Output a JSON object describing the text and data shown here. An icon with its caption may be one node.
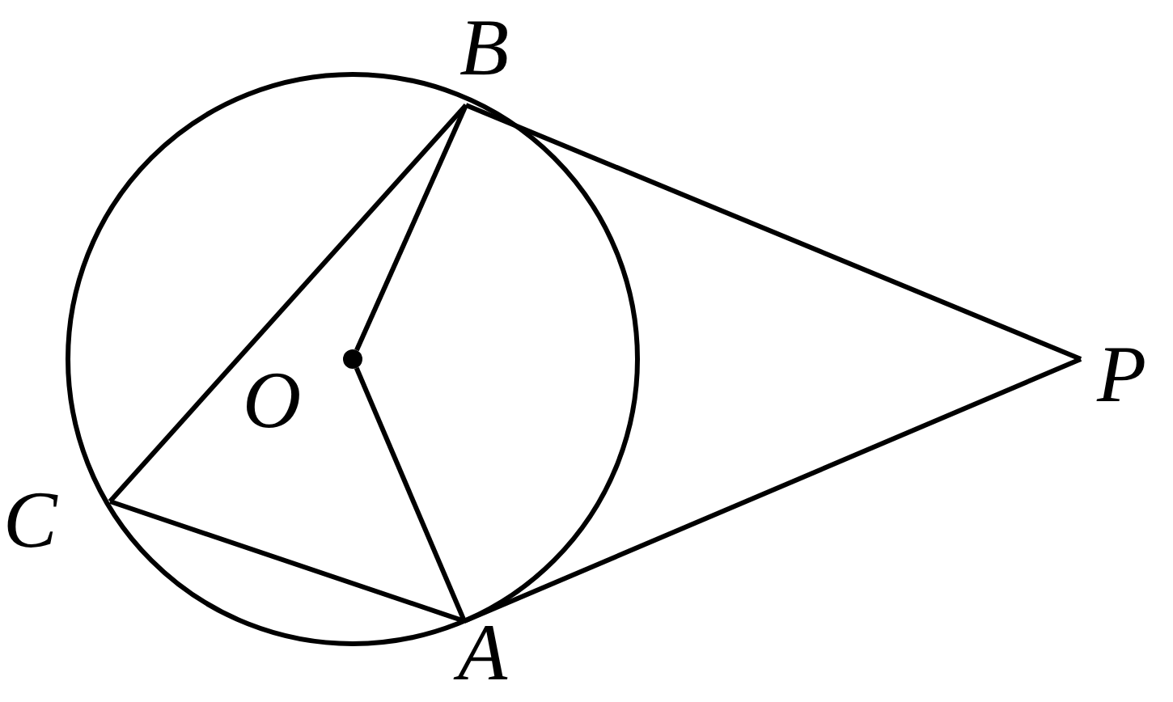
{
  "diagram": {
    "nodes": [
      {
        "text": [
          "B"
        ]
      },
      {
        "text": [],
        "shape": "circle",
        "beside": [
          "O"
        ]
      },
      {
        "text": [
          "P"
        ]
      },
      {
        "text": [
          "C"
        ]
      },
      {
        "text": [
          "A"
        ]
      }
    ],
    "edges": [
      {
        "from": 3,
        "to": 0,
        "arrow": "none"
      },
      {
        "from": 1,
        "to": 0,
        "arrow": "none"
      },
      {
        "from": 0,
        "to": 2,
        "arrow": "none"
      },
      {
        "from": 3,
        "to": 4,
        "arrow": "none"
      },
      {
        "from": 1,
        "to": 4,
        "arrow": "none"
      },
      {
        "from": 4,
        "to": 2,
        "arrow": "none"
      }
    ]
  }
}
